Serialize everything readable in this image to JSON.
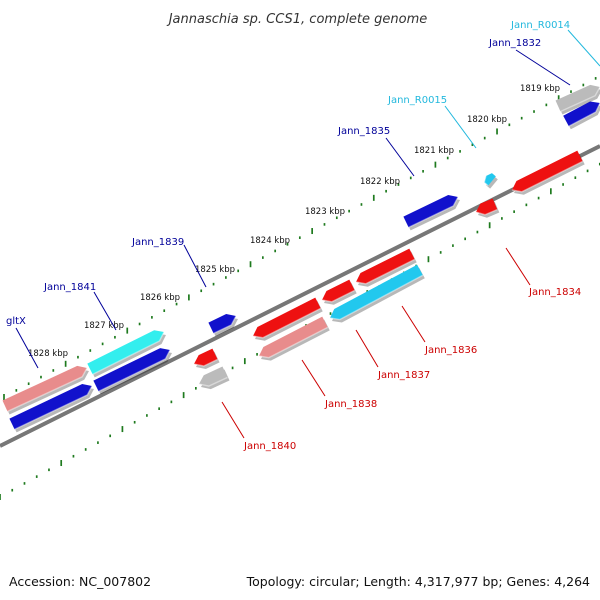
{
  "title": "Jannaschia sp. CCS1, complete genome",
  "accession_label": "Accession: NC_007802",
  "topology_label": "Topology: circular; Length: 4,317,977 bp; Genes: 4,264",
  "colors": {
    "backbone": "#777777",
    "tick": "#1e7a1e",
    "red": "#ee1111",
    "pink": "#e88c8c",
    "blue": "#1111cc",
    "cyan": "#22c8ee",
    "cyan_light": "#33eeee",
    "grey": "#bbbbbb",
    "label_red": "#cc0000",
    "label_blue": "#000099",
    "label_cyan": "#22b8dd"
  },
  "kbp_ticks": [
    "1819 kbp",
    "1820 kbp",
    "1821 kbp",
    "1822 kbp",
    "1823 kbp",
    "1824 kbp",
    "1825 kbp",
    "1826 kbp",
    "1827 kbp",
    "1828 kbp"
  ],
  "features": [
    {
      "id": "Jann_1832",
      "strand": "forward",
      "color": "blue",
      "label_color": "label_blue",
      "label": "Jann_1832"
    },
    {
      "id": "Jann_R0014",
      "strand": "forward",
      "color": "grey",
      "label_color": "label_cyan",
      "label": "Jann_R0014"
    },
    {
      "id": "Jann_R0015",
      "strand": "reverse",
      "color": "cyan",
      "label_color": "label_cyan",
      "label": "Jann_R0015"
    },
    {
      "id": "Jann_1834",
      "strand": "reverse",
      "color": "red",
      "label_color": "label_red",
      "label": "Jann_1834"
    },
    {
      "id": "Jann_1835",
      "strand": "forward",
      "color": "blue",
      "label_color": "label_blue",
      "label": "Jann_1835"
    },
    {
      "id": "Jann_1836",
      "strand": "reverse",
      "color": "cyan",
      "label_color": "label_red",
      "label": "Jann_1836"
    },
    {
      "id": "Jann_1837",
      "strand": "reverse",
      "color": "red",
      "label_color": "label_red",
      "label": "Jann_1837"
    },
    {
      "id": "Jann_1838",
      "strand": "reverse",
      "color": "red",
      "label_color": "label_red",
      "label": "Jann_1838"
    },
    {
      "id": "Jann_1839",
      "strand": "forward",
      "color": "blue",
      "label_color": "label_blue",
      "label": "Jann_1839"
    },
    {
      "id": "Jann_1840",
      "strand": "reverse",
      "color": "red",
      "label_color": "label_red",
      "label": "Jann_1840"
    },
    {
      "id": "Jann_1841",
      "strand": "forward",
      "color": "cyan_light",
      "label_color": "label_blue",
      "label": "Jann_1841"
    },
    {
      "id": "gltX",
      "strand": "forward",
      "color": "blue",
      "label_color": "label_blue",
      "label": "gltX"
    }
  ]
}
